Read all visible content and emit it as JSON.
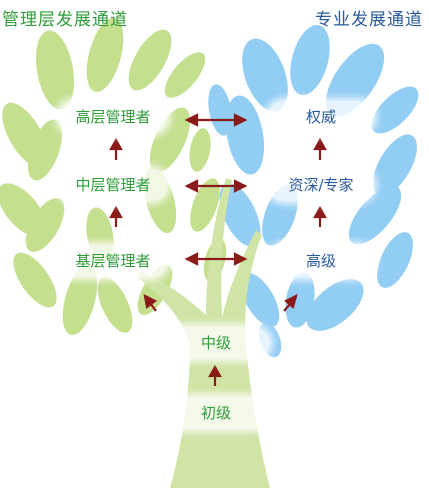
{
  "headings": {
    "management": "管理层发展通道",
    "professional": "专业发展通道"
  },
  "management_track": [
    "基层管理者",
    "中层管理者",
    "高层管理者"
  ],
  "professional_track": [
    "高级",
    "资深/专家",
    "权威"
  ],
  "trunk_track": [
    "初级",
    "中级"
  ],
  "colors": {
    "management_text": "#2e9d3a",
    "professional_text": "#2a5a9e",
    "green_leaf": "#c4df8e",
    "blue_leaf": "#92cdf4",
    "trunk": "#cfe4a5",
    "arrow": "#8b1a1a"
  }
}
